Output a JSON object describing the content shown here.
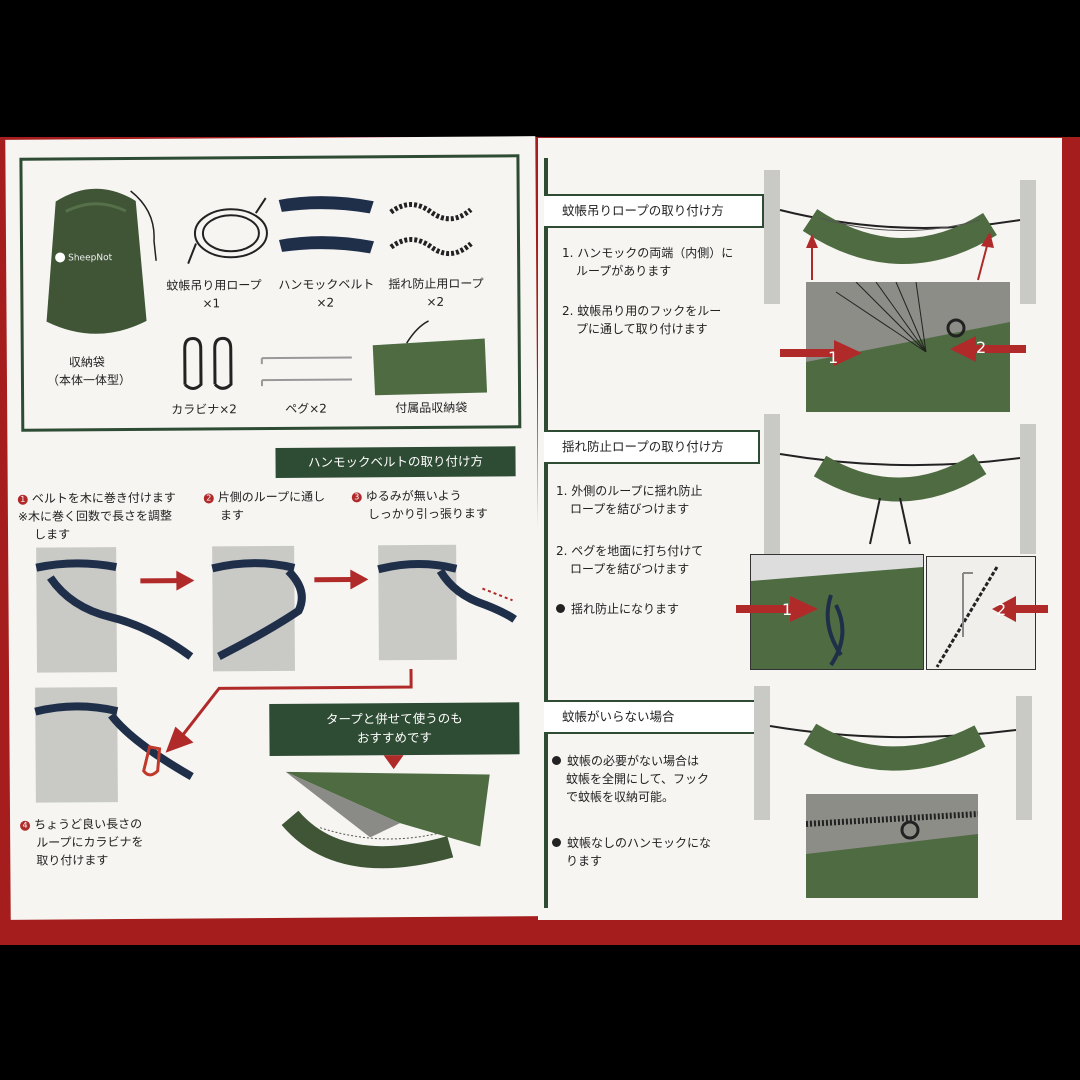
{
  "items_box": {
    "brand": "SheepNot",
    "storage_bag": [
      "収納袋",
      "（本体一体型）"
    ],
    "mosquito_rope": [
      "蚊帳吊り用ロープ",
      "×1"
    ],
    "hammock_belt": [
      "ハンモックベルト",
      "×2"
    ],
    "sway_rope": [
      "揺れ防止用ロープ",
      "×2"
    ],
    "carabiner": "カラビナ×2",
    "peg": "ペグ×2",
    "accessory_bag": "付属品収納袋"
  },
  "belt_section": {
    "title": "ハンモックベルトの取り付け方",
    "step1": [
      "ベルトを木に巻き付けます",
      "※木に巻く回数で長さを調整",
      "します"
    ],
    "step2": [
      "片側のループに通し",
      "ます"
    ],
    "step3": [
      "ゆるみが無いよう",
      "しっかり引っ張ります"
    ],
    "step4": [
      "ちょうど良い長さの",
      "ループにカラビナを",
      "取り付けます"
    ],
    "step_numbers": [
      "1",
      "2",
      "3",
      "4"
    ]
  },
  "tarp": {
    "title": [
      "タープと併せて使うのも",
      "おすすめです"
    ]
  },
  "net_rope_section": {
    "title": "蚊帳吊りロープの取り付け方",
    "step1": [
      "1. ハンモックの両端（内側）に",
      "ループがあります"
    ],
    "step2": [
      "2. 蚊帳吊り用のフックをルー",
      "プに通して取り付けます"
    ],
    "callouts": [
      "1",
      "2"
    ]
  },
  "sway_section": {
    "title": "揺れ防止ロープの取り付け方",
    "step1": [
      "1. 外側のループに揺れ防止",
      "ロープを結びつけます"
    ],
    "step2": [
      "2. ペグを地面に打ち付けて",
      "ロープを結びつけます"
    ],
    "note": "揺れ防止になります",
    "callouts": [
      "1",
      "2"
    ]
  },
  "no_net_section": {
    "title": "蚊帳がいらない場合",
    "point1": [
      "蚊帳の必要がない場合は",
      "蚊帳を全開にして、フック",
      "で蚊帳を収納可能。"
    ],
    "point2": [
      "蚊帳なしのハンモックにな",
      "ります"
    ]
  },
  "colors": {
    "olive": "#4f6b42",
    "dark_green": "#2e4b33",
    "red_arrow": "#b02a2a",
    "background_red": "#a51d1d"
  }
}
